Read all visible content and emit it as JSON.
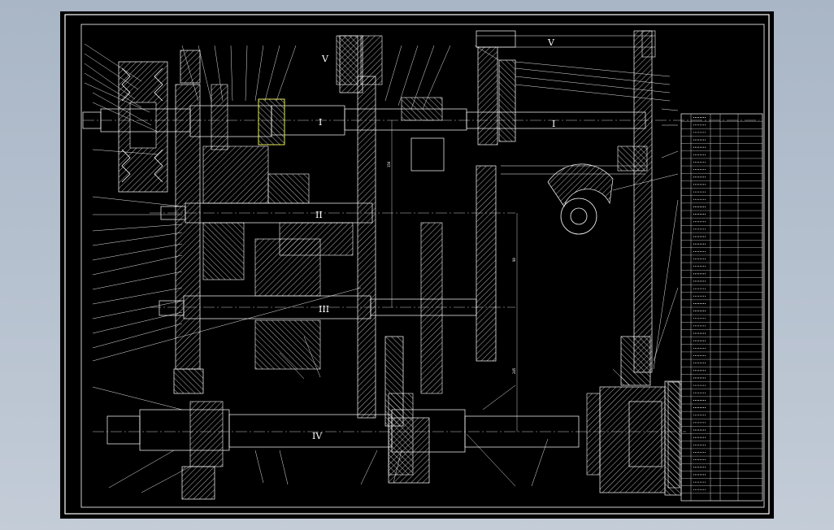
{
  "shaft_labels": {
    "s1": "I",
    "s2": "II",
    "s3": "III",
    "s4": "IV",
    "s5": "V",
    "s1_right": "I",
    "s5_top": "V"
  },
  "dimensions": {
    "d1": "98",
    "d2": "245",
    "d3": "150"
  },
  "bom": {
    "rows": 52
  },
  "colors": {
    "background_gradient_top": "#a9b6c6",
    "sheet": "#000000",
    "lines": "#ffffff",
    "accent_yellow": "#ffff66"
  }
}
